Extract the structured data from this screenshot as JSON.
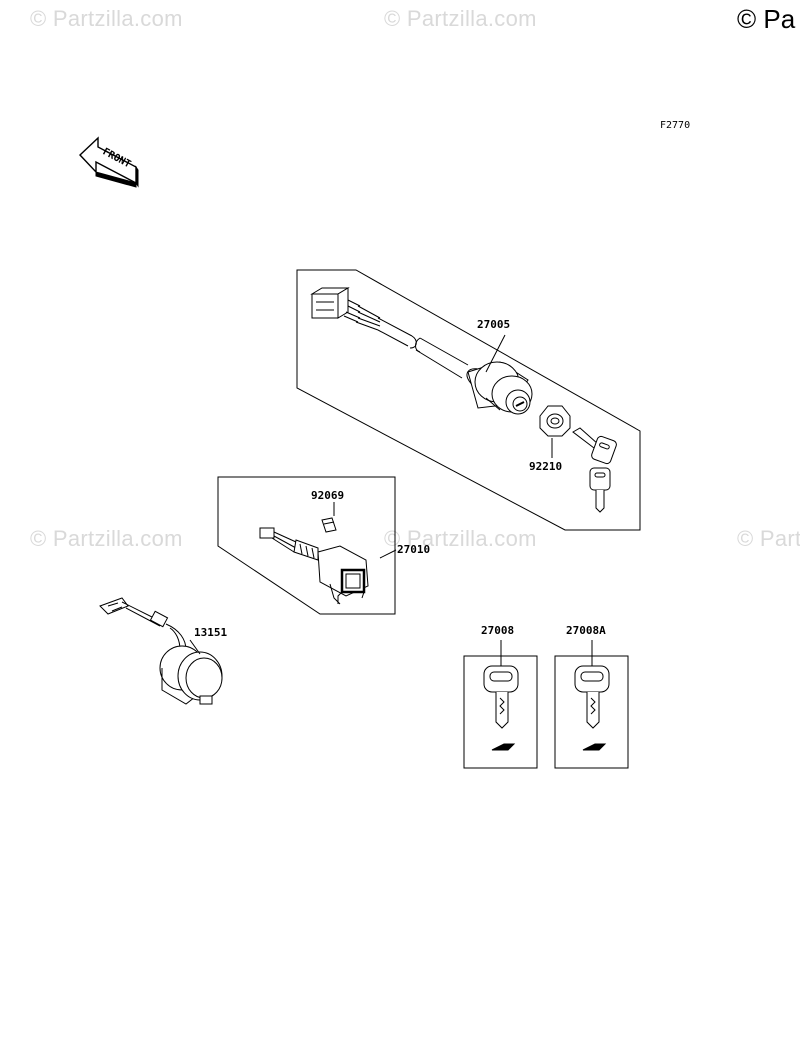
{
  "watermarks": {
    "text": "© Partzilla.com",
    "copyright": "© Pa"
  },
  "figure_code": "F2770",
  "front_arrow": {
    "label": "FRONT"
  },
  "parts": {
    "p27005": "27005",
    "p92210": "92210",
    "p92069": "92069",
    "p27010": "27010",
    "p13151": "13151",
    "p27008": "27008",
    "p27008A": "27008A"
  },
  "colors": {
    "ink": "#000000",
    "watermark": "#d9d9d9"
  }
}
